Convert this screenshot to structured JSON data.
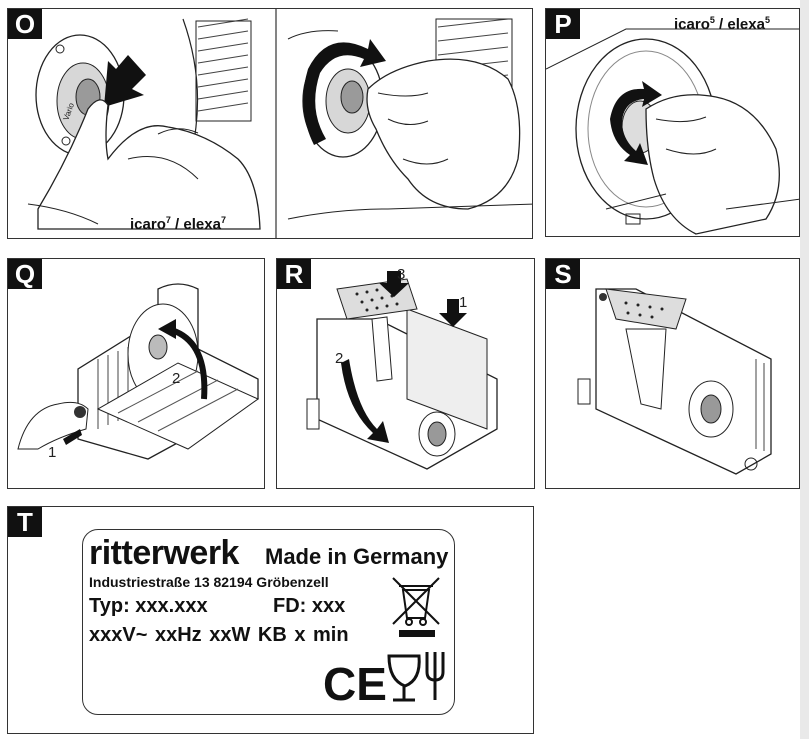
{
  "panels": {
    "o": {
      "tag": "O",
      "caption_model1": "icaro",
      "caption_sup1": "7",
      "caption_sep": " / ",
      "caption_model2": "elexa",
      "caption_sup2": "7"
    },
    "p": {
      "tag": "P",
      "caption_model1": "icaro",
      "caption_sup1": "5",
      "caption_sep": " / ",
      "caption_model2": "elexa",
      "caption_sup2": "5"
    },
    "q": {
      "tag": "Q",
      "step1": "1",
      "step2": "2"
    },
    "r": {
      "tag": "R",
      "step1": "1",
      "step2": "2",
      "step3": "3"
    },
    "s": {
      "tag": "S"
    },
    "t": {
      "tag": "T"
    }
  },
  "rating_label": {
    "brand": "ritterwerk",
    "made_in": "Made in Germany",
    "address": "Industriestraße 13   82194 Gröbenzell",
    "type": "Typ: xxx.xxx",
    "fd": "FD: xxx",
    "electrical": "xxxV~  xxHz   xxW  KB x min",
    "ce_mark": "CE",
    "knob_text": "Vario"
  },
  "colors": {
    "ink": "#1a1a1a",
    "tag_bg": "#111111",
    "border": "#333333"
  },
  "icons": [
    "press-arrow-icon",
    "rotate-arrow-icon",
    "weee-bin-icon",
    "ce-mark-icon",
    "food-safe-icon"
  ]
}
